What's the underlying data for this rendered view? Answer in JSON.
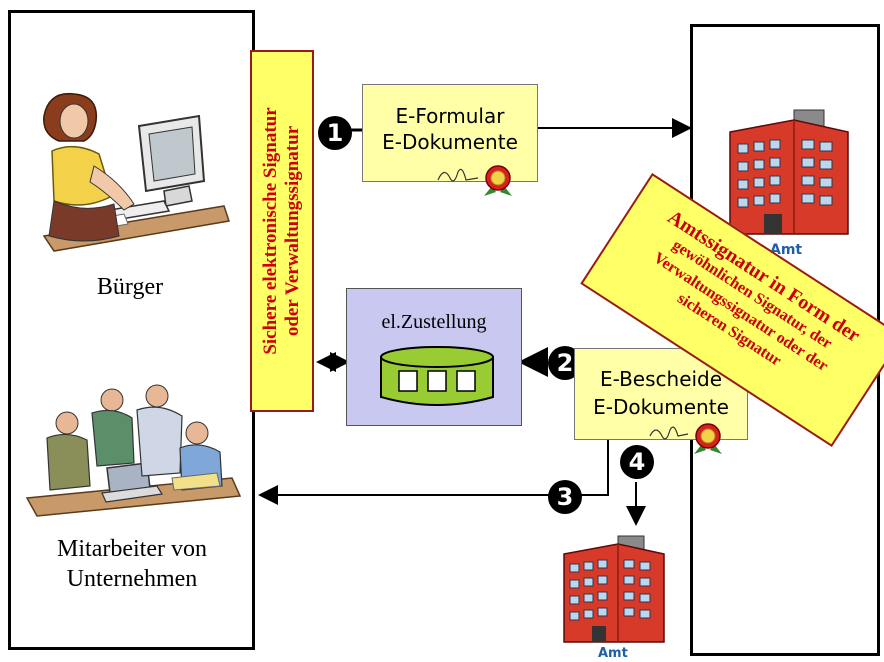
{
  "left_panel": {
    "citizen_label": "Bürger",
    "company_label_line1": "Mitarbeiter von",
    "company_label_line2": "Unternehmen"
  },
  "signature_banner": {
    "line1": "Sichere elektronische Signatur",
    "line2": "oder Verwaltungssignatur"
  },
  "eform_box": {
    "line1": "E-Formular",
    "line2": "E-Dokumente"
  },
  "delivery_box": {
    "label": "el.Zustellung"
  },
  "decision_box": {
    "line1": "E-Bescheide",
    "line2": "E-Dokumente"
  },
  "official_signature_banner": {
    "line1": "Amtssignatur in Form der",
    "line2": "gewöhnlichen Signatur, der",
    "line3": "Verwaltungssignatur oder der",
    "line4": "sicheren Signatur"
  },
  "steps": {
    "s1": "1",
    "s2": "2",
    "s3": "3",
    "s4": "4"
  },
  "buildings": {
    "top_label": "Amt",
    "bottom_label": "Amt"
  },
  "colors": {
    "note_yellow": "#ffffa8",
    "banner_yellow": "#ffff66",
    "banner_text_red": "#cc0000",
    "delivery_bg": "#c8c8f0",
    "storage_green": "#99cc33",
    "building_red": "#d83a2a",
    "amt_blue": "#1f5fa6"
  }
}
